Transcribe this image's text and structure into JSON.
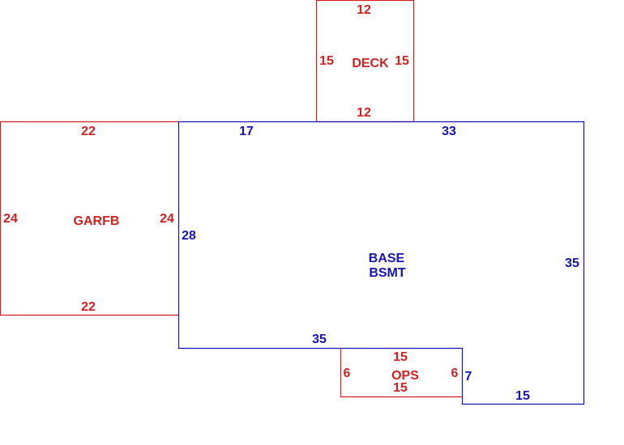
{
  "areas": {
    "deck": {
      "name": "DECK",
      "top": "12",
      "bottom": "12",
      "left": "15",
      "right": "15",
      "color": "#d81f1f"
    },
    "garage": {
      "name": "GARFB",
      "top": "22",
      "bottom": "22",
      "left": "24",
      "right": "24",
      "color": "#d81f1f"
    },
    "base": {
      "name_line1": "BASE",
      "name_line2": "BSMT",
      "top_left": "17",
      "top_right": "33",
      "left": "28",
      "right": "35",
      "bottom_left": "35",
      "notch_side": "7",
      "bottom_right": "15",
      "color": "#1414b8"
    },
    "porch": {
      "name": "OPS",
      "top": "15",
      "bottom": "15",
      "left": "6",
      "right": "6",
      "color": "#d81f1f"
    }
  }
}
